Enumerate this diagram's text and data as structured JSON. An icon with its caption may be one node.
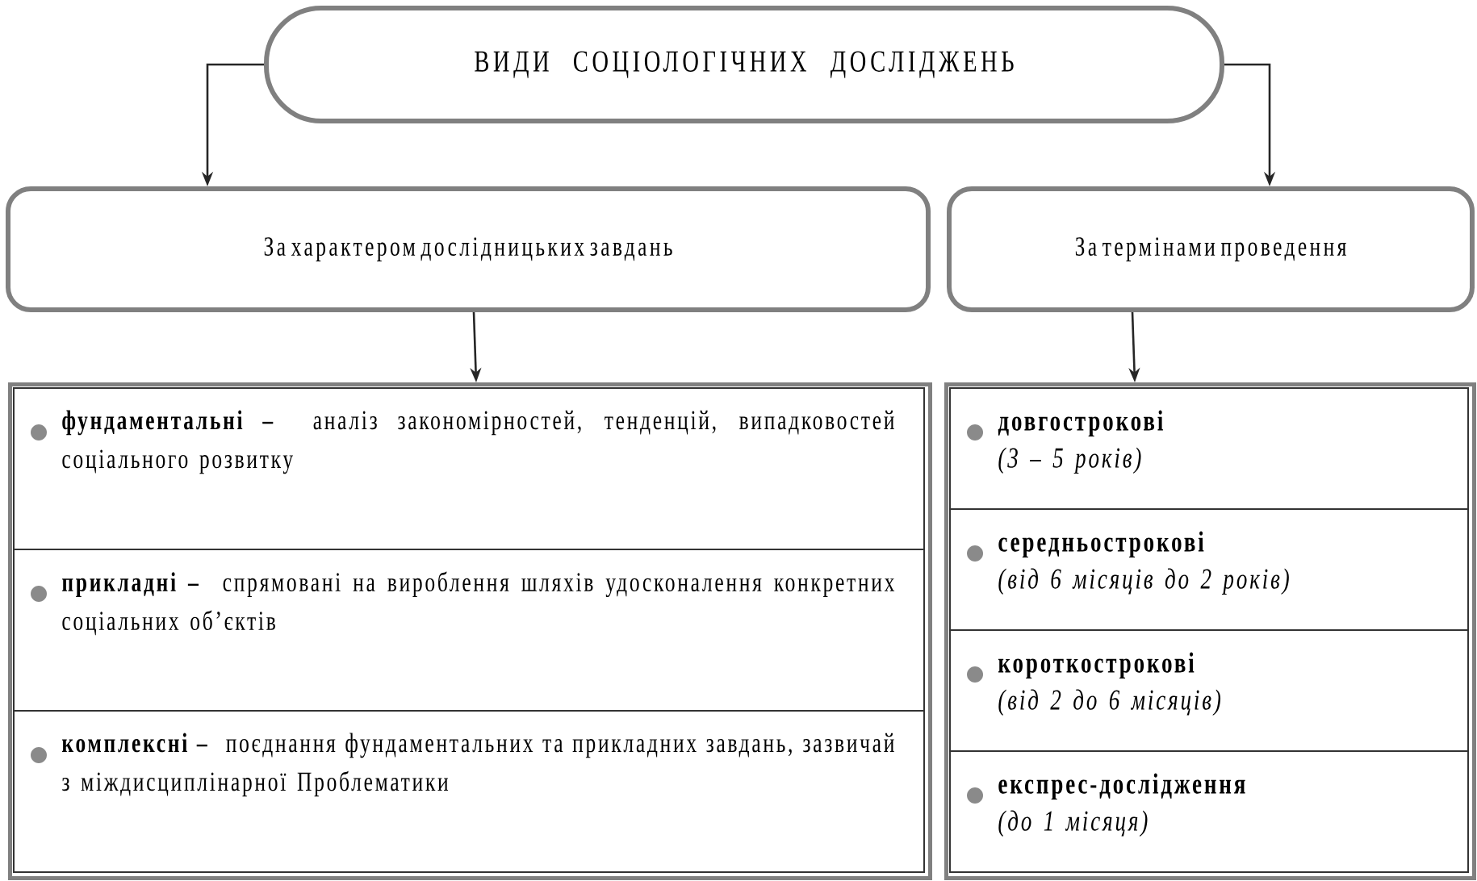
{
  "diagram": {
    "nodes": [
      {
        "text": [
          "ВИДИ СОЦІОЛОГІЧНИХ ДОСЛІДЖЕНЬ"
        ]
      },
      {
        "text": [
          "За характером дослідницьких завдань"
        ]
      },
      {
        "text": [
          "За термінами проведення"
        ]
      },
      {
        "text": [],
        "shape": "box"
      },
      {
        "text": [
          "фундаментальні –",
          "аналіз закономірностей, тенденцій, випадковостей соціального розвитку"
        ],
        "in": 3
      },
      {
        "text": [
          "прикладні –",
          "спрямовані на вироблення шляхів удосконалення конкретних соціальних об’єктів"
        ],
        "in": 3
      },
      {
        "text": [
          "комплексні –",
          "поєднання фундаментальних та прикладних завдань, зазвичай з міждисциплінарної Проблематики"
        ],
        "in": 3
      },
      {
        "text": [],
        "shape": "box"
      },
      {
        "text": [
          "довгострокові",
          "(3 – 5 років)"
        ],
        "in": 7
      },
      {
        "text": [
          "середньострокові",
          "(від 6 місяців до 2 років)"
        ],
        "in": 7
      },
      {
        "text": [
          "короткострокові",
          "(від 2 до 6 місяців)"
        ],
        "in": 7
      },
      {
        "text": [
          "експрес-дослідження",
          "(до 1 місяця)"
        ],
        "in": 7
      }
    ],
    "edges": [
      {
        "from": 0,
        "to": 1,
        "arrow": "to"
      },
      {
        "from": 0,
        "to": 2,
        "arrow": "to"
      },
      {
        "from": 1,
        "to": 3,
        "arrow": "to"
      },
      {
        "from": 2,
        "to": 7,
        "arrow": "to"
      }
    ]
  }
}
